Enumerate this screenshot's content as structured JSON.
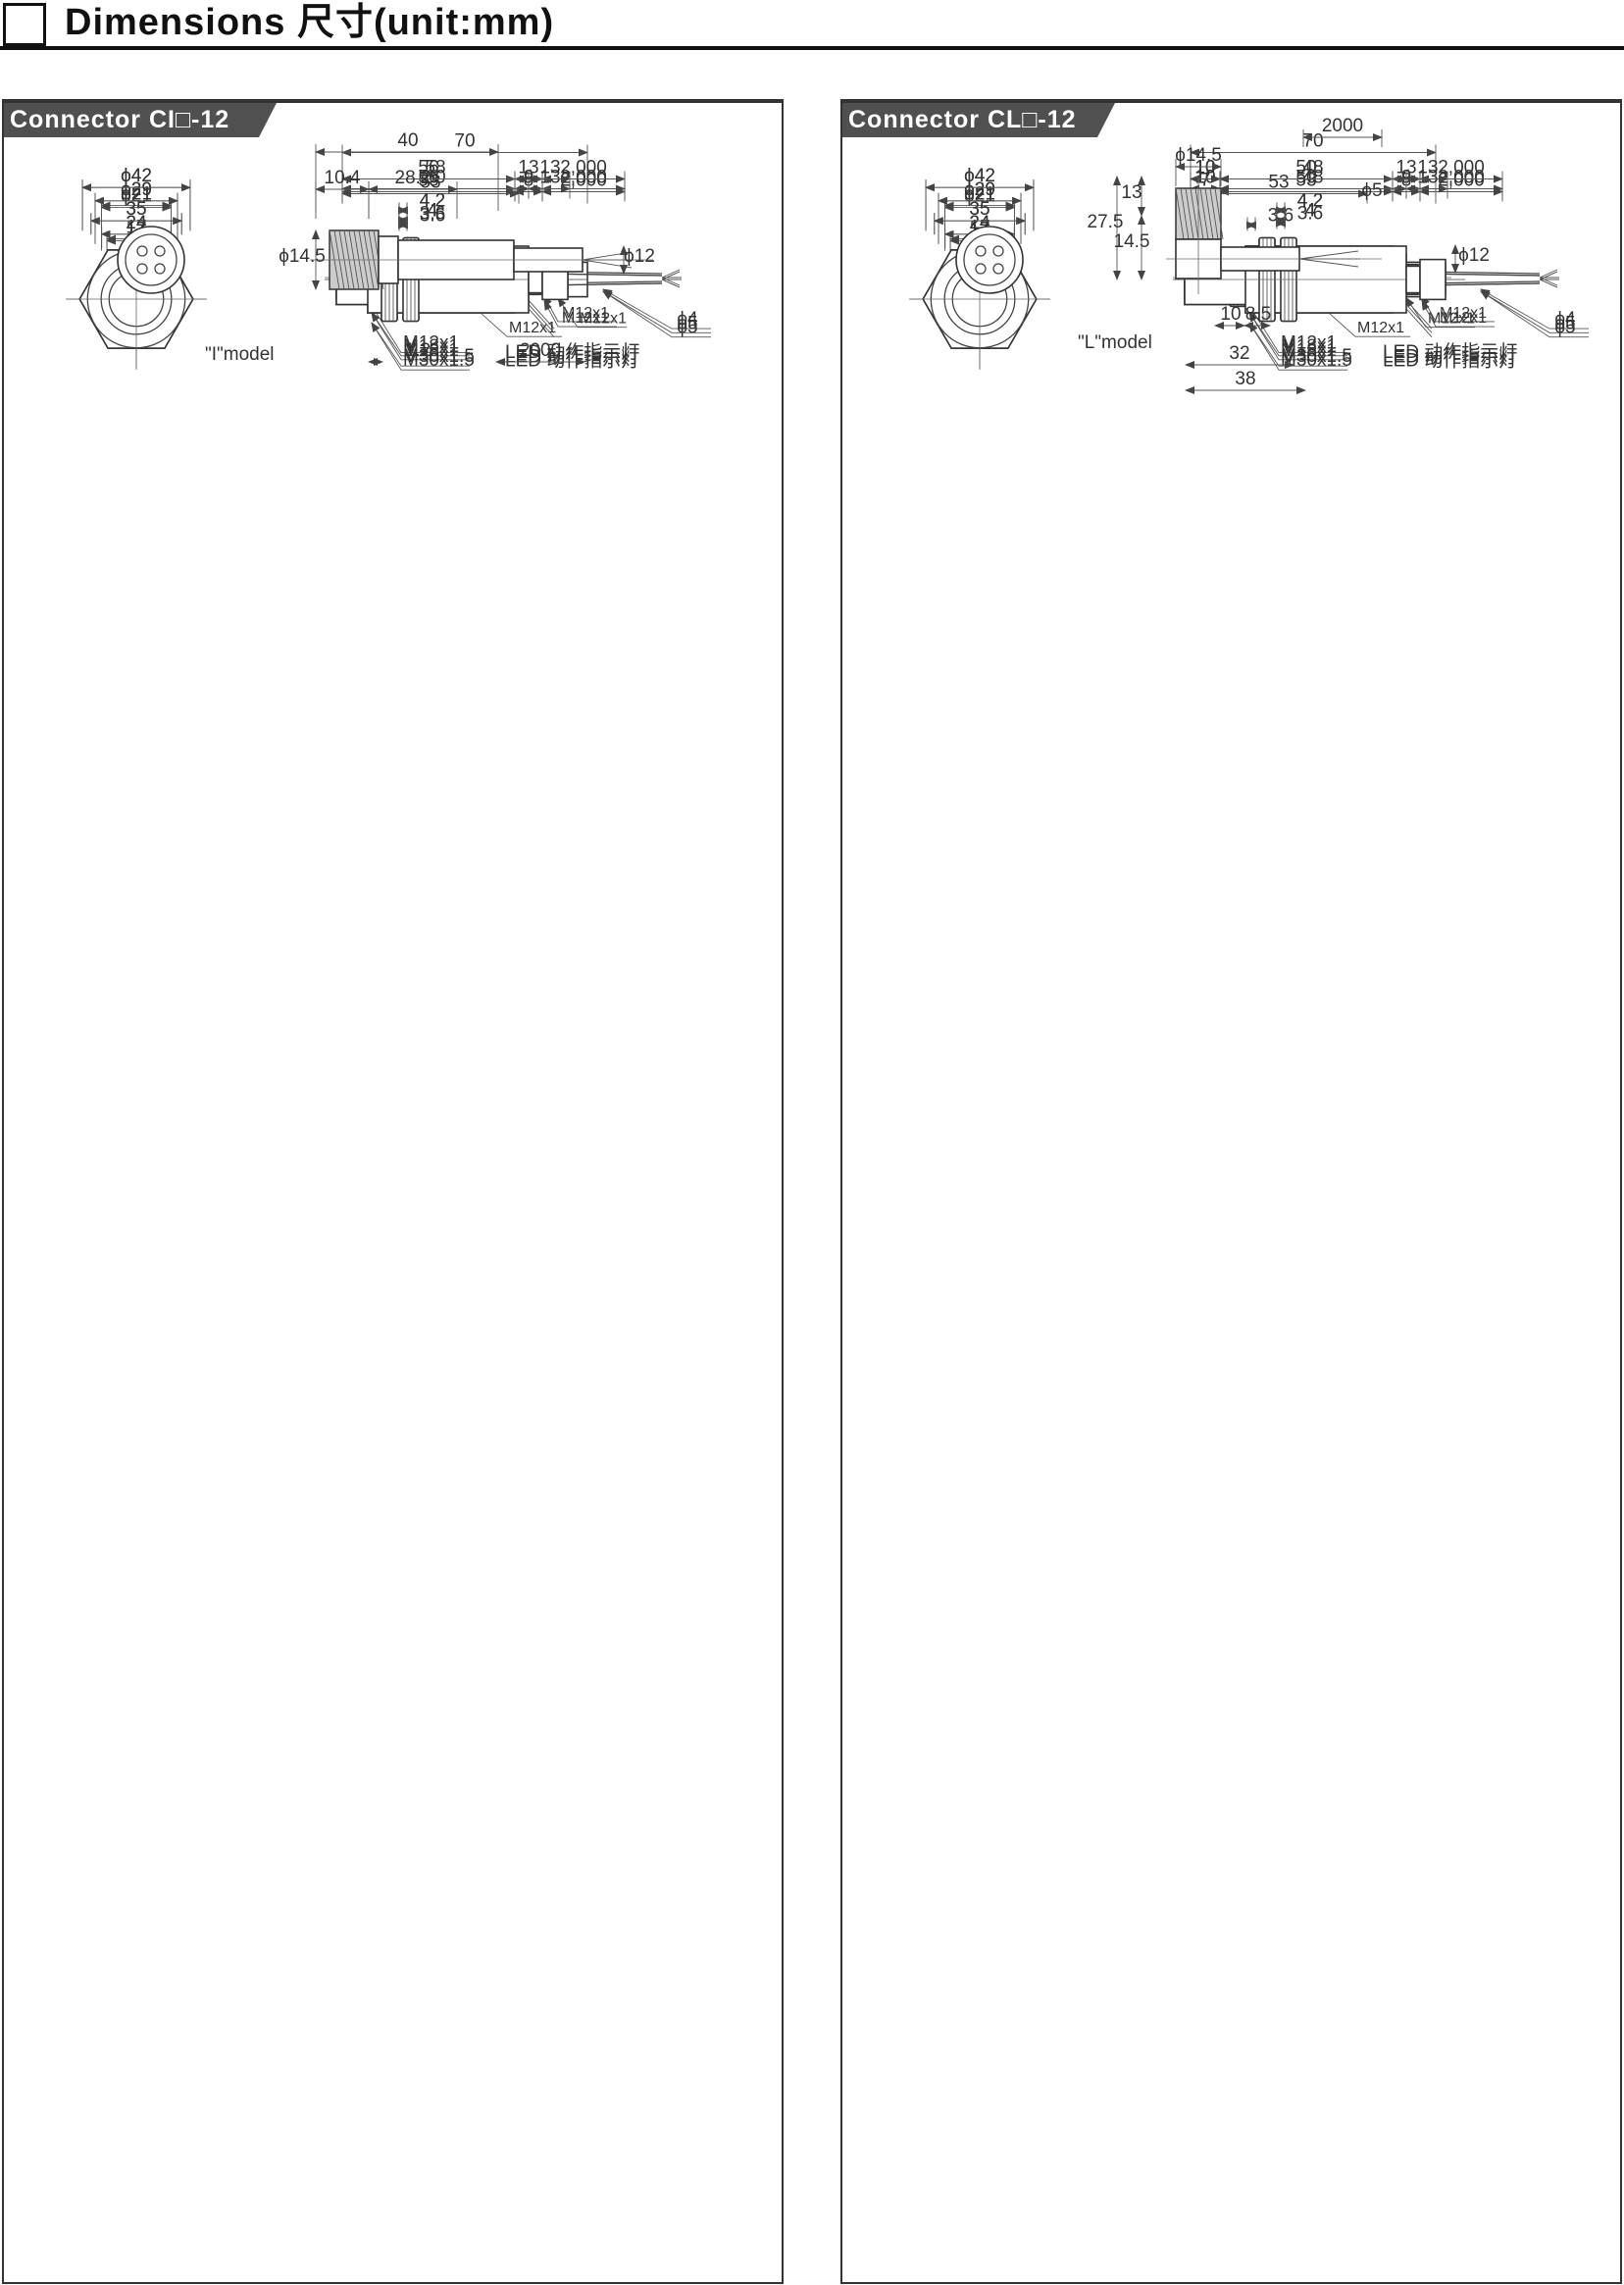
{
  "header": {
    "title": "Dimensions 尺寸(unit:mm)"
  },
  "led_label": "LED 动作指示灯",
  "panels": [
    {
      "id": "trd12-4",
      "title": "TRD12-4□",
      "col": "left",
      "type": "cable",
      "outer": "ϕ21",
      "flat": "17",
      "thread": "M12x1",
      "pre": "",
      "body": "53",
      "nut": "3.6",
      "tail": "8",
      "cable": "2,000",
      "cable_d": "ϕ4"
    },
    {
      "id": "trdc12-4",
      "title": "TRDC12-4□",
      "col": "left",
      "type": "plug",
      "outer": "ϕ21",
      "flat": "17",
      "thread": "M12x1",
      "pre": "",
      "total": "70",
      "body": "53",
      "nut": "3.6",
      "plug": "M12x1"
    },
    {
      "id": "trd18-7",
      "title": "TRD18-7□",
      "col": "left",
      "type": "cable",
      "outer": "ϕ29",
      "flat": "24",
      "thread": "M18x1",
      "pre": "",
      "body": "56",
      "nut": "4",
      "tail": "9",
      "cable": "2,000",
      "cable_d": "ϕ5"
    },
    {
      "id": "trdc18-7",
      "title": "TRDC18-7□",
      "col": "left",
      "type": "plug2",
      "outer": "ϕ29",
      "flat": "24",
      "thread": "M18x1",
      "pre": "",
      "body": "60",
      "nut": "4",
      "tail": "13",
      "plug": "M12x1"
    },
    {
      "id": "trd30-15",
      "title": "TRD30-15□",
      "col": "left",
      "type": "cable",
      "outer": "ϕ42",
      "flat": "35",
      "thread": "M30x1.5",
      "pre": "",
      "body": "56",
      "nut": "4.2",
      "tail": "13",
      "cable": "2,000",
      "cable_d": "ϕ5"
    },
    {
      "id": "trdc30-15",
      "title": "TRDC30-15□",
      "col": "left",
      "type": "plug2",
      "outer": "ϕ42",
      "flat": "35",
      "thread": "M30x1.5",
      "pre": "",
      "body": "58",
      "nut": "4.2",
      "tail": "13",
      "plug": "M12x1"
    },
    {
      "id": "trd12-8",
      "title": "TRD12-8□",
      "col": "right",
      "type": "cable",
      "outer": "ϕ21",
      "flat": "17",
      "thread": "M12x1",
      "pre": "7",
      "body": "53",
      "nut": "3.6",
      "tail": "8",
      "cable": "2,000",
      "cable_d": "ϕ4"
    },
    {
      "id": "trdc12-8",
      "title": "TRDC12-8□",
      "col": "right",
      "type": "plug",
      "outer": "ϕ21",
      "flat": "17",
      "thread": "M12x1",
      "pre": "",
      "total": "70",
      "body": "53",
      "nut": "3.6",
      "plug": "M12x1"
    },
    {
      "id": "trd18-14",
      "title": "TRD18-14□",
      "col": "right",
      "type": "cable",
      "outer": "ϕ29",
      "flat": "24",
      "thread": "M18x1",
      "pre": "10",
      "body": "50",
      "nut": "4",
      "tail": "9",
      "cable": "2,000",
      "cable_d": "ϕ5"
    },
    {
      "id": "trdc18-14",
      "title": "TRDC18-14□",
      "col": "right",
      "type": "plug2",
      "outer": "ϕ29",
      "flat": "24",
      "thread": "M18x1",
      "pre": "10",
      "body": "48",
      "nut": "4",
      "tail": "13",
      "plug": "M12x1"
    },
    {
      "id": "trd30-25",
      "title": "TRD30-25□",
      "col": "right",
      "type": "cable",
      "outer": "ϕ42",
      "flat": "35",
      "thread": "M30x1.5",
      "pre": "10",
      "body": "50",
      "nut": "4.2",
      "tail": "13",
      "cable": "2,000",
      "cable_d": "ϕ5"
    },
    {
      "id": "trdc30-25",
      "title": "TRDC30-25□",
      "col": "right",
      "type": "plug2",
      "outer": "ϕ42",
      "flat": "35",
      "thread": "M30x1.5",
      "pre": "10",
      "body": "48",
      "nut": "4.2",
      "tail": "13",
      "plug": "M12x1"
    }
  ],
  "connector_i": {
    "title": "Connector CI□-12",
    "model": "\"I\"model",
    "total": "40",
    "grip": "10.4",
    "body": "28.2",
    "gap": "1.2",
    "cable": "2000",
    "dia": "ϕ14.5",
    "out": "ϕ12"
  },
  "connector_l": {
    "title": "Connector CL□-12",
    "model": "\"L\"model",
    "dia": "ϕ14.5",
    "cable": "2000",
    "cable_d": "ϕ5",
    "out": "ϕ12",
    "h_total": "27.5",
    "h_a": "14.5",
    "h_b": "13",
    "w_a": "10",
    "w_b": "8.5",
    "w_c": "32",
    "w_d": "38"
  }
}
